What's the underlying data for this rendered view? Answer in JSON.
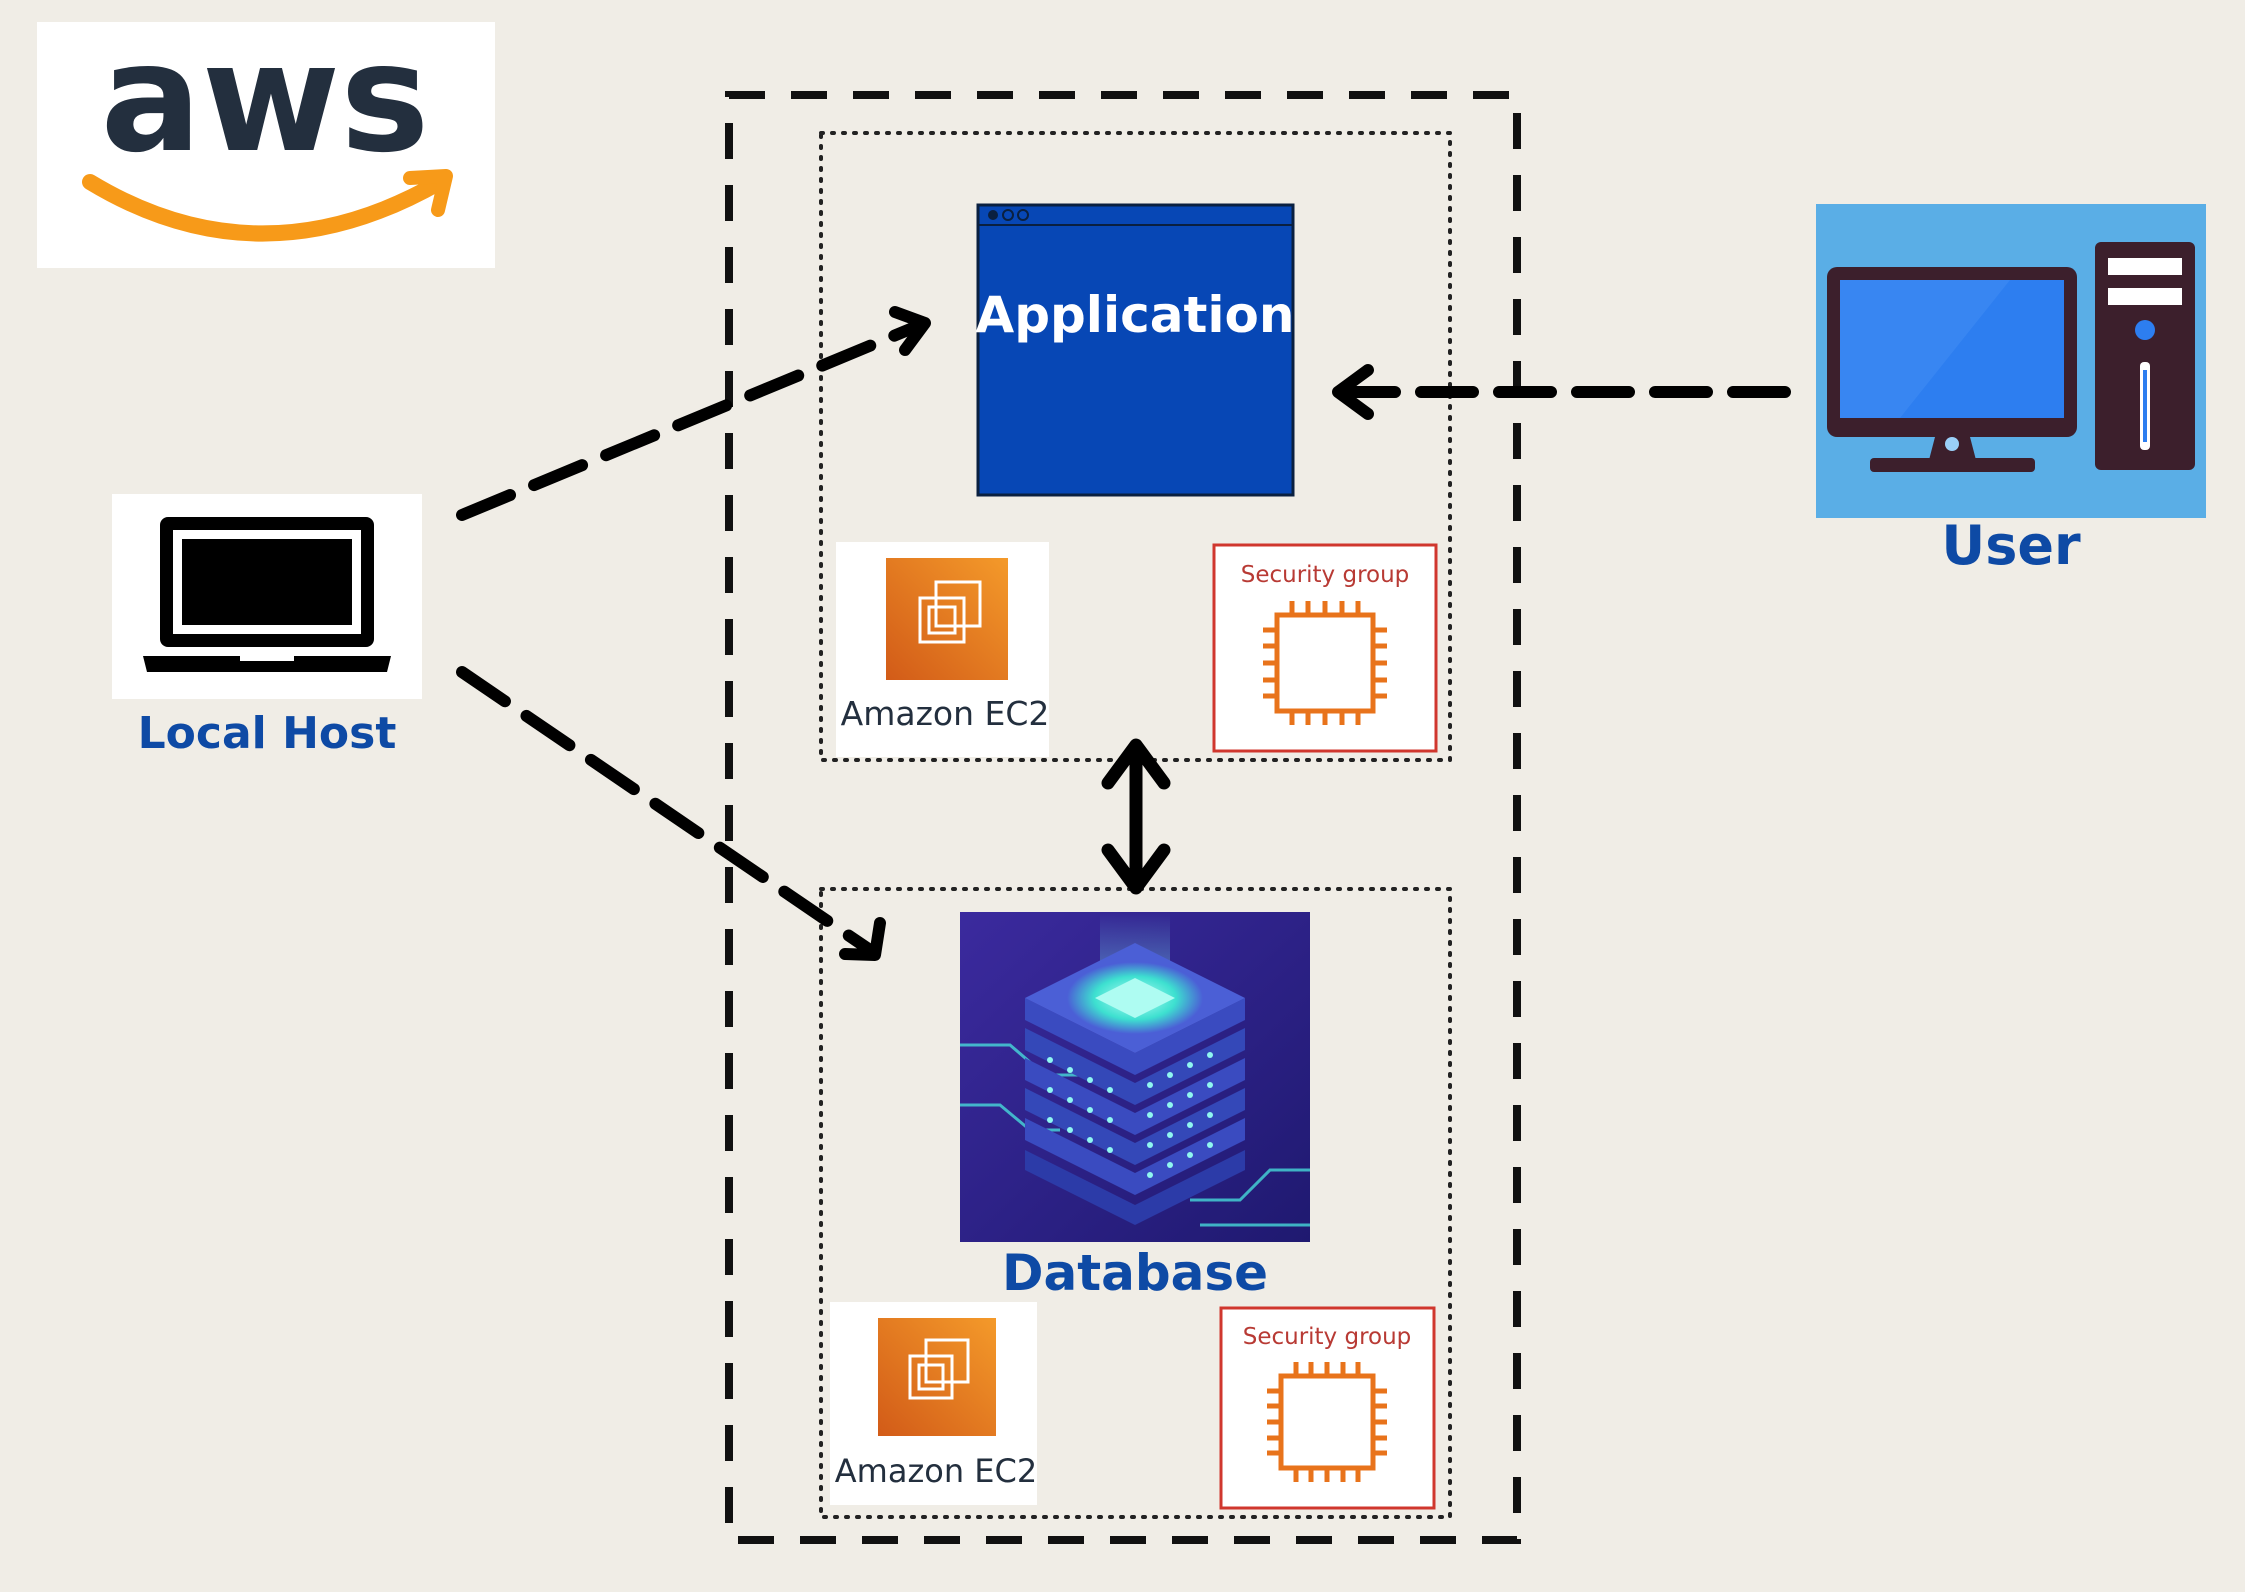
{
  "logo": {
    "text": "aws"
  },
  "application": {
    "label": "Application"
  },
  "local_host": {
    "label": "Local Host"
  },
  "user": {
    "label": "User"
  },
  "database": {
    "label": "Database"
  },
  "ec2_app": {
    "label": "Amazon EC2"
  },
  "sg_app": {
    "label": "Security group"
  },
  "ec2_db": {
    "label": "Amazon EC2"
  },
  "sg_db": {
    "label": "Security group"
  },
  "colors": {
    "background": "#f0ede6",
    "label_blue": "#0e4aa5",
    "app_window": "#0747b5",
    "ec2_orange": "#e8731b",
    "sg_red": "#d0372e",
    "user_bg": "#5aaee6"
  }
}
